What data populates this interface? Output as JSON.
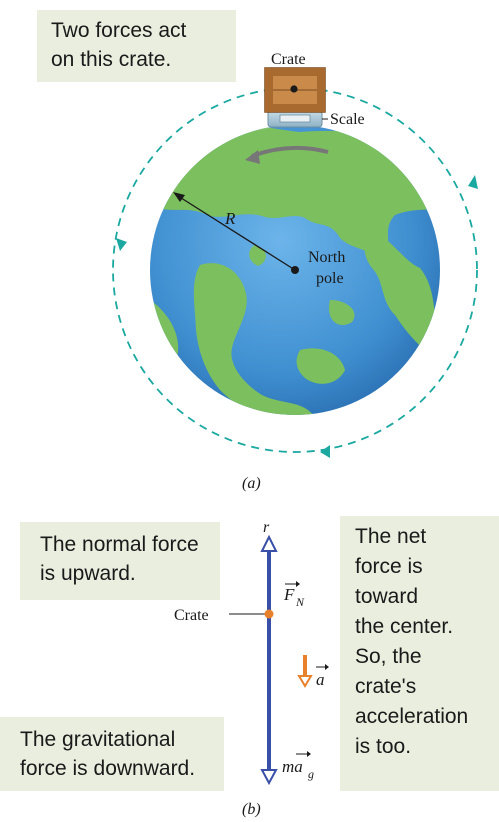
{
  "panel_a": {
    "callout_lines": [
      "Two forces act",
      "on this crate."
    ],
    "crate_label": "Crate",
    "scale_label": "Scale",
    "radius_label": "R",
    "pole_label_line1": "North",
    "pole_label_line2": "pole",
    "caption": "(a)"
  },
  "panel_b": {
    "axis_label": "r",
    "crate_label": "Crate",
    "normal_force_label": "F",
    "normal_force_sub": "N",
    "accel_label": "a",
    "grav_label": "ma",
    "grav_sub": "g",
    "callout_normal_lines": [
      "The normal force",
      "is upward."
    ],
    "callout_grav_lines": [
      "The gravitational",
      "force is downward."
    ],
    "callout_net_lines": [
      "The net",
      "force is",
      "toward",
      "the center.",
      "So, the",
      "crate's",
      "acceleration",
      "is too."
    ],
    "caption": "(b)"
  },
  "colors": {
    "callout_bg": "#e9eedf",
    "ocean": "#3f8fd0",
    "land": "#7cbf5e",
    "orbit": "#1aa8a0",
    "axis": "#3a4fa8",
    "accel": "#e8812c",
    "crate_wood": "#c98a4a"
  }
}
